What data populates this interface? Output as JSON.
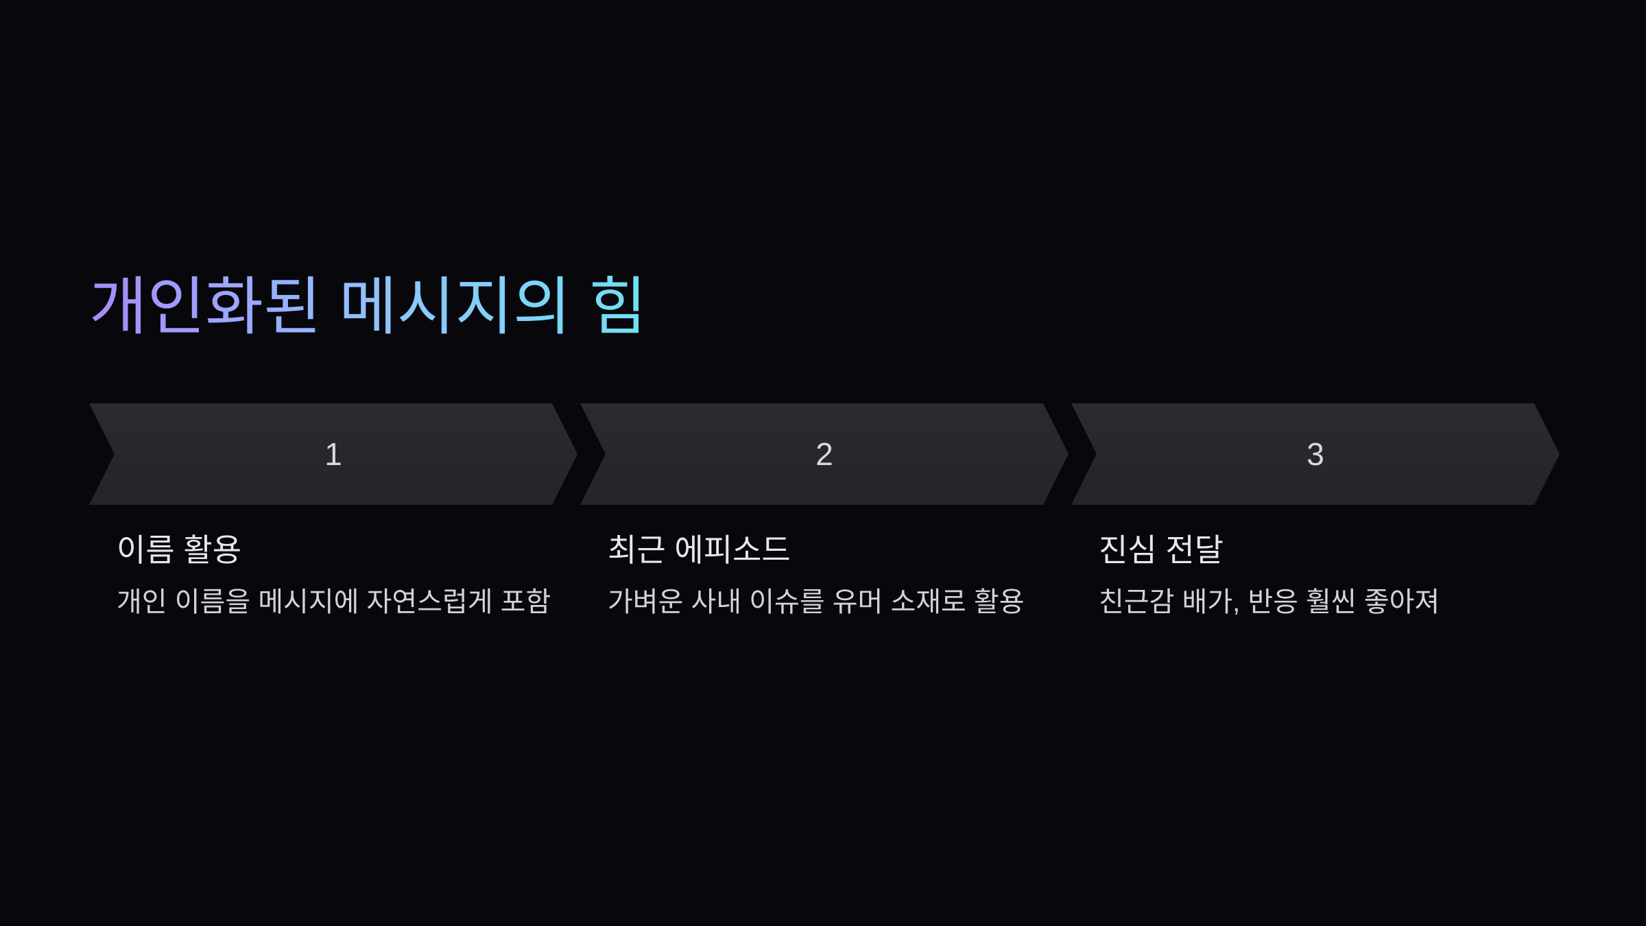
{
  "slide": {
    "title": "개인화된 메시지의 힘",
    "colors": {
      "background": "#08080c",
      "chevron_fill": "#27272c",
      "number_text": "#dcd8de",
      "heading_text": "#eae6ea",
      "description_text": "#d6d1d6",
      "title_gradient_start": "#a78bfa",
      "title_gradient_mid": "#8fc6fd",
      "title_gradient_end": "#70e0f3"
    },
    "steps": [
      {
        "number": "1",
        "heading": "이름 활용",
        "description": "개인 이름을 메시지에 자연스럽게 포함"
      },
      {
        "number": "2",
        "heading": "최근 에피소드",
        "description": "가벼운 사내 이슈를 유머 소재로 활용"
      },
      {
        "number": "3",
        "heading": "진심 전달",
        "description": "친근감 배가, 반응 훨씬 좋아져"
      }
    ]
  }
}
